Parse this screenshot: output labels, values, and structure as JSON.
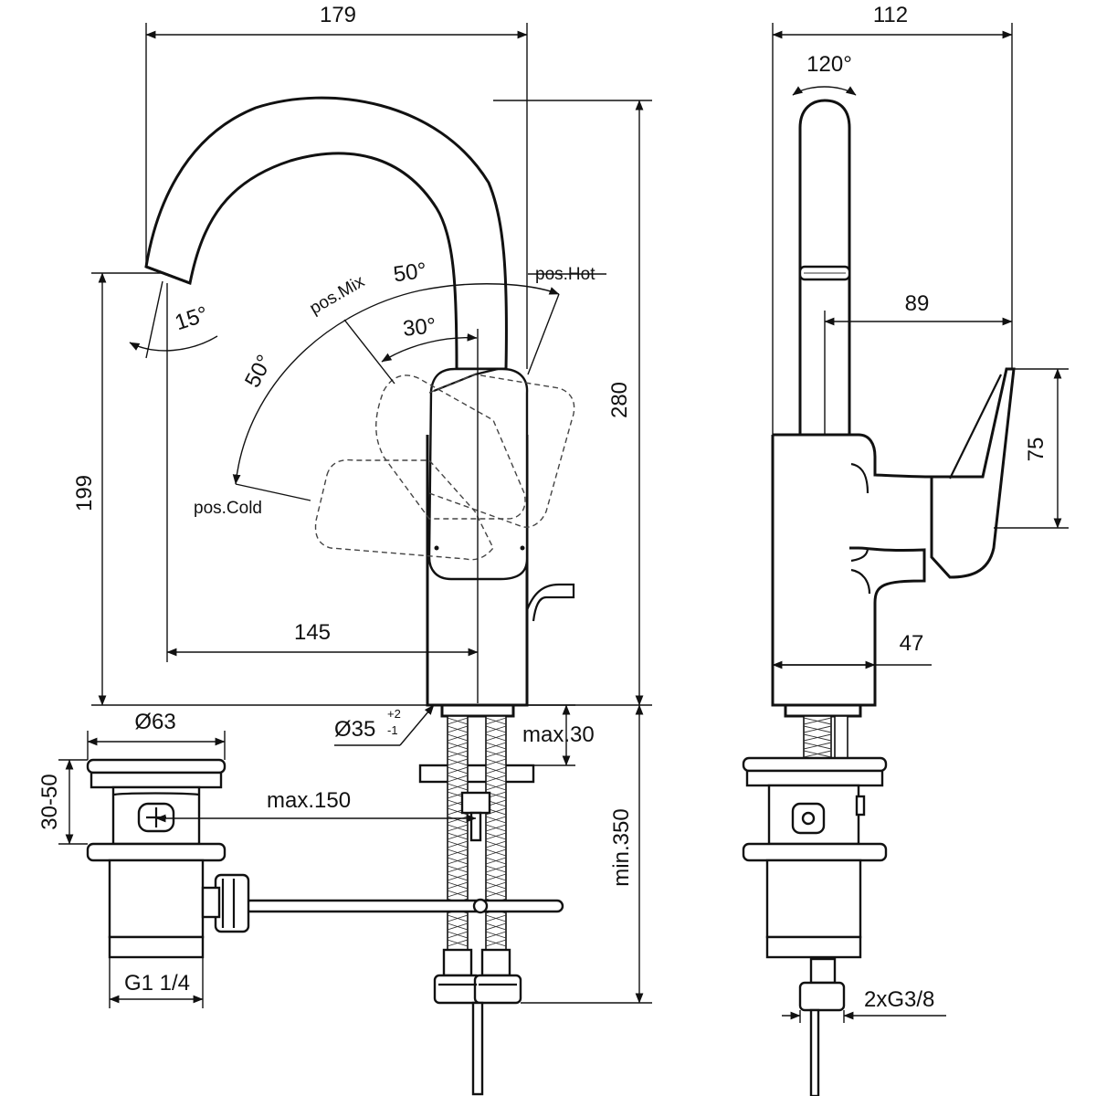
{
  "dimensions": {
    "width_overall": "179",
    "height_overall": "280",
    "spout_height": "199",
    "spout_reach": "145",
    "depth_overall": "112",
    "aerator_offset": "89",
    "lever_height": "75",
    "body_depth": "47",
    "waste_diameter": "Ø63",
    "waste_adjust": "30-50",
    "waste_thread": "G1 1/4",
    "rod_length": "max.150",
    "deck_thickness": "max.30",
    "hose_clearance": "min.350",
    "hose_thread": "2xG3/8",
    "hole_diameter": "Ø35",
    "hole_tol_plus": "+2",
    "hole_tol_minus": "-1"
  },
  "angles": {
    "swivel": "120°",
    "spout_tilt": "15°",
    "lever_to_hot": "50°",
    "lever_to_cold": "50°",
    "lever_mix": "30°"
  },
  "positions": {
    "hot": "pos.Hot",
    "mix": "pos.Mix",
    "cold": "pos.Cold"
  }
}
